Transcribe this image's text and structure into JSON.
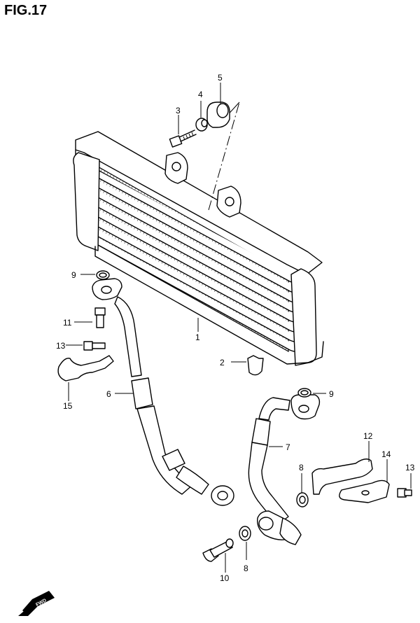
{
  "figure": {
    "title": "FIG.17"
  },
  "callouts": [
    "1",
    "2",
    "3",
    "4",
    "5",
    "6",
    "7",
    "8",
    "8",
    "9",
    "9",
    "10",
    "11",
    "12",
    "13",
    "13",
    "14",
    "15"
  ],
  "fwd_arrow": {
    "label": "FWD"
  }
}
